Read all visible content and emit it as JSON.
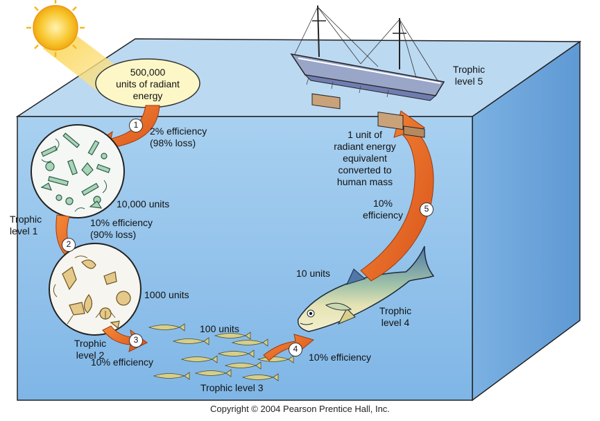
{
  "energy": {
    "radiant": [
      "500,000",
      "units of radiant",
      "energy"
    ],
    "step1": [
      "2% efficiency",
      "(98% loss)"
    ],
    "level1_units": "10,000 units",
    "step2": [
      "10% efficiency",
      "(90% loss)"
    ],
    "level2_units": "1000 units",
    "step3": "10% efficiency",
    "level3_units": "100 units",
    "step4": "10% efficiency",
    "level4_units": "10 units",
    "step5_note": [
      "1 unit of",
      "radiant energy",
      "equivalent",
      "converted to",
      "human mass"
    ],
    "step5": [
      "10%",
      "efficiency"
    ]
  },
  "levels": {
    "l1": [
      "Trophic",
      "level 1"
    ],
    "l2": [
      "Trophic",
      "level 2"
    ],
    "l3": "Trophic level 3",
    "l4": [
      "Trophic",
      "level 4"
    ],
    "l5": [
      "Trophic",
      "level 5"
    ]
  },
  "steps": [
    "1",
    "2",
    "3",
    "4",
    "5"
  ],
  "copyright": "Copyright © 2004 Pearson Prentice Hall, Inc.",
  "colors": {
    "water_front": "#8cc0ea",
    "water_top": "#bcd9f2",
    "water_side": "#6ea6dc",
    "arrow": "#e8641a",
    "sun": "#f6c325",
    "bubble": "#fdf7c8"
  },
  "icons": [
    "sun-icon",
    "phytoplankton-icon",
    "zooplankton-icon",
    "small-fish-icon",
    "tuna-icon",
    "fishing-boat-icon"
  ]
}
